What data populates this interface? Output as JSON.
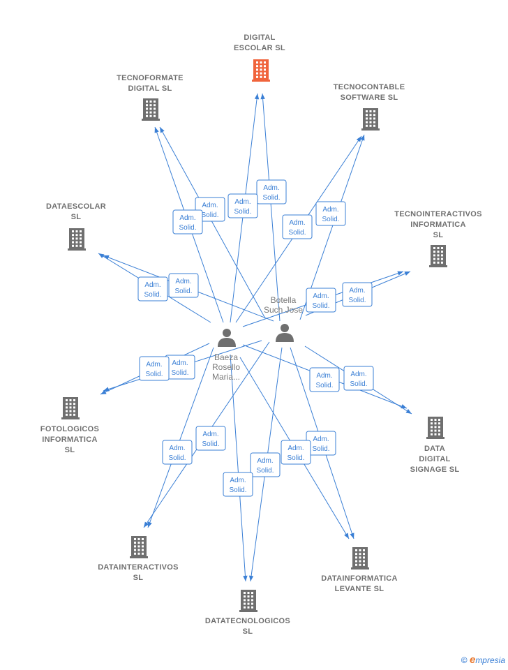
{
  "diagram": {
    "people": [
      {
        "id": "botella",
        "lines": [
          "Botella",
          "Such Jose"
        ]
      },
      {
        "id": "baeza",
        "lines": [
          "Baeza",
          "Rosello",
          "Maria..."
        ]
      }
    ],
    "companies": [
      {
        "id": "digital_escolar",
        "lines": [
          "DIGITAL",
          "ESCOLAR SL"
        ],
        "highlight": true
      },
      {
        "id": "tecnoformate",
        "lines": [
          "TECNOFORMATE",
          "DIGITAL SL"
        ]
      },
      {
        "id": "tecnocontable",
        "lines": [
          "TECNOCONTABLE",
          "SOFTWARE SL"
        ]
      },
      {
        "id": "dataescolar",
        "lines": [
          "DATAESCOLAR",
          "SL"
        ]
      },
      {
        "id": "tecnointeractivos",
        "lines": [
          "TECNOINTERACTIVOS",
          "INFORMATICA",
          "SL"
        ]
      },
      {
        "id": "fotologicos",
        "lines": [
          "FOTOLOGICOS",
          "INFORMATICA",
          "SL"
        ]
      },
      {
        "id": "data_digital_signage",
        "lines": [
          "DATA",
          "DIGITAL",
          "SIGNAGE SL"
        ]
      },
      {
        "id": "datainteractivos",
        "lines": [
          "DATAINTERACTIVOS",
          "SL"
        ]
      },
      {
        "id": "datatecnologicos",
        "lines": [
          "DATATECNOLOGICOS",
          "SL"
        ]
      },
      {
        "id": "datainformatica",
        "lines": [
          "DATAINFORMATICA",
          "LEVANTE SL"
        ]
      }
    ],
    "relation_label": [
      "Adm.",
      "Solid."
    ],
    "edges": [
      {
        "from": "botella",
        "to": "digital_escolar"
      },
      {
        "from": "baeza",
        "to": "digital_escolar"
      },
      {
        "from": "botella",
        "to": "tecnoformate"
      },
      {
        "from": "baeza",
        "to": "tecnoformate"
      },
      {
        "from": "botella",
        "to": "tecnocontable"
      },
      {
        "from": "baeza",
        "to": "tecnocontable"
      },
      {
        "from": "botella",
        "to": "dataescolar"
      },
      {
        "from": "baeza",
        "to": "dataescolar"
      },
      {
        "from": "botella",
        "to": "tecnointeractivos"
      },
      {
        "from": "baeza",
        "to": "tecnointeractivos"
      },
      {
        "from": "botella",
        "to": "fotologicos"
      },
      {
        "from": "baeza",
        "to": "fotologicos"
      },
      {
        "from": "botella",
        "to": "data_digital_signage"
      },
      {
        "from": "baeza",
        "to": "data_digital_signage"
      },
      {
        "from": "botella",
        "to": "datainteractivos"
      },
      {
        "from": "baeza",
        "to": "datainteractivos"
      },
      {
        "from": "botella",
        "to": "datatecnologicos"
      },
      {
        "from": "baeza",
        "to": "datatecnologicos"
      },
      {
        "from": "botella",
        "to": "datainformatica"
      },
      {
        "from": "baeza",
        "to": "datainformatica"
      }
    ]
  },
  "colors": {
    "edge": "#3a7fd5",
    "company": "#6f6f6f",
    "highlight": "#f0643c",
    "person": "#6f6f6f"
  },
  "footer": {
    "copyright": "©",
    "brand_initial": "e",
    "brand_rest": "mpresia"
  }
}
